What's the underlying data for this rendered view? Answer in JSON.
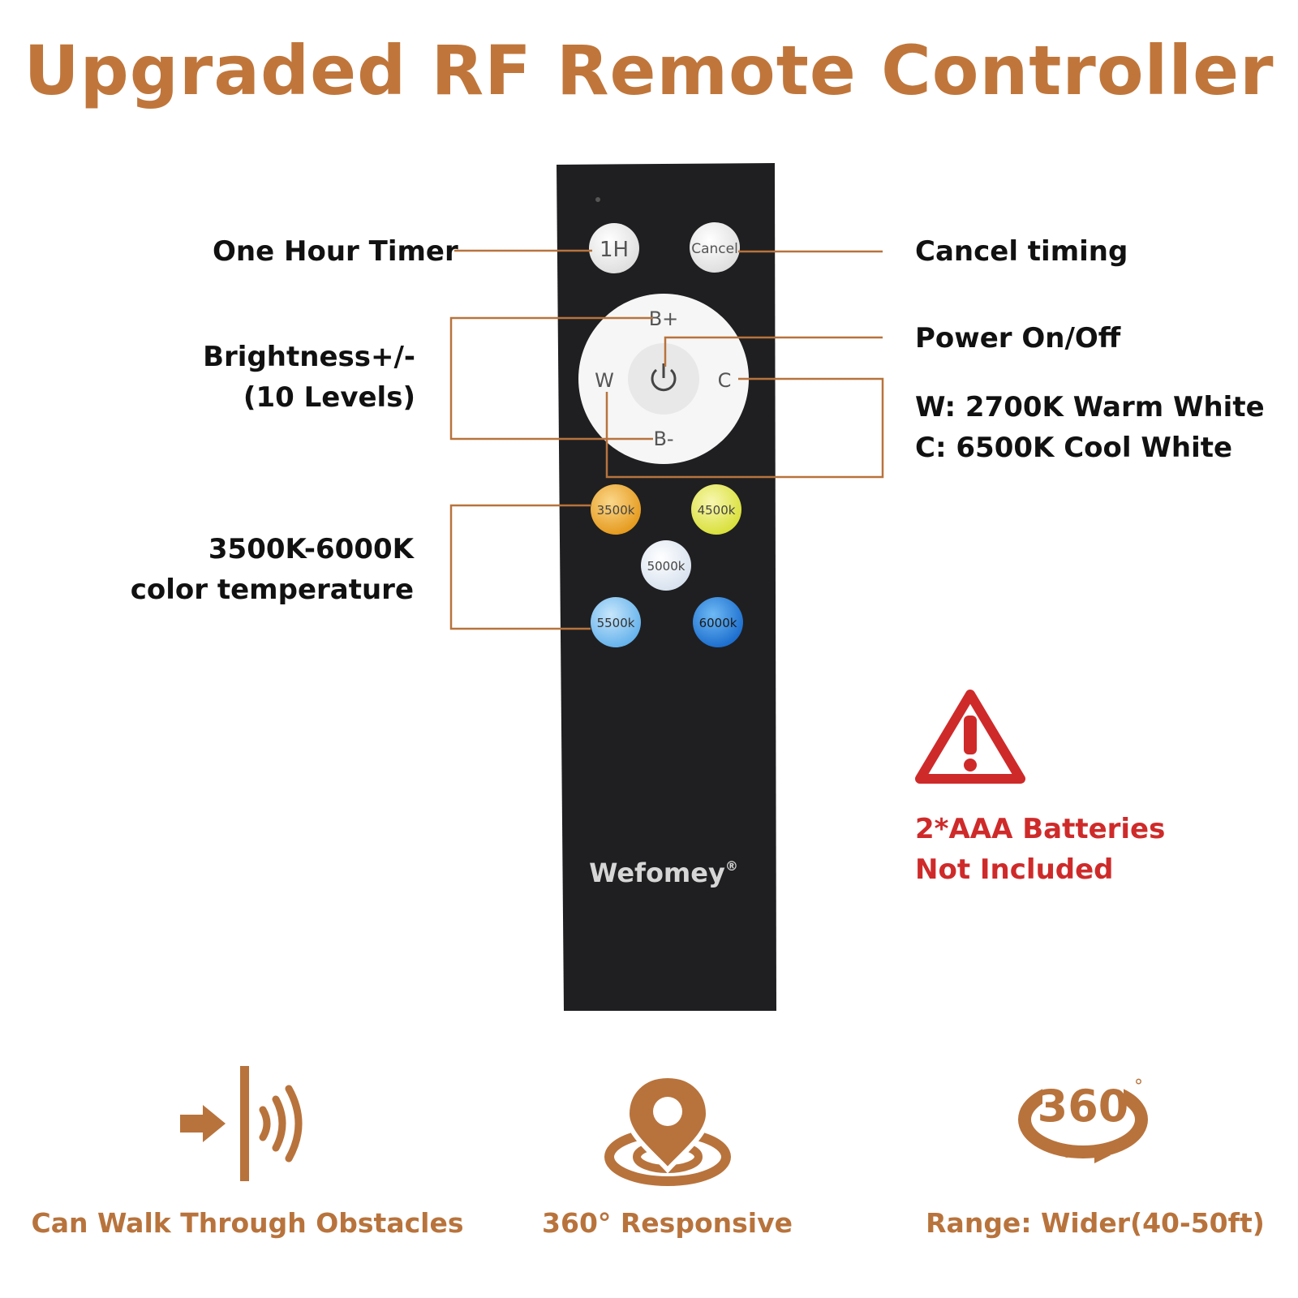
{
  "title": "Upgraded RF Remote Controller",
  "colors": {
    "accent": "#c0763b",
    "warning": "#cf2a2a",
    "remote_body": "#1f1f21"
  },
  "remote": {
    "brand": "Wefomey",
    "brand_mark": "®",
    "buttons": {
      "timer": "1H",
      "cancel": "Cancel",
      "brightness_up": "B+",
      "brightness_down": "B-",
      "warm": "W",
      "cool": "C",
      "temp_3500": "3500k",
      "temp_4500": "4500k",
      "temp_5000": "5000k",
      "temp_5500": "5500k",
      "temp_6000": "6000k"
    }
  },
  "callouts": {
    "timer": "One Hour Timer",
    "cancel": "Cancel timing",
    "brightness_line1": "Brightness+/-",
    "brightness_line2": "(10 Levels)",
    "power": "Power On/Off",
    "warm_white": "W: 2700K Warm White",
    "cool_white": "C: 6500K Cool White",
    "temp_line1": "3500K-6000K",
    "temp_line2": "color temperature",
    "battery_line1": "2*AAA Batteries",
    "battery_line2": "Not Included"
  },
  "features": [
    {
      "label": "Can Walk Through Obstacles",
      "icon": "signal-through-wall-icon"
    },
    {
      "label": "360° Responsive",
      "icon": "location-pin-icon"
    },
    {
      "label": "Range: Wider(40-50ft)",
      "icon": "rotation-360-icon",
      "icon_text": "360",
      "icon_degree": "°"
    }
  ]
}
